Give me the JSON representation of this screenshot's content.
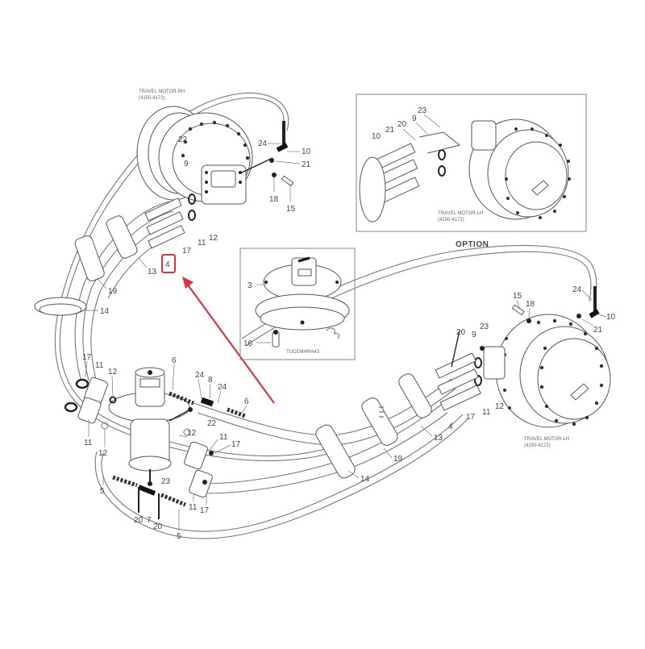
{
  "diagram": {
    "title": "Travel hose / swivel joint parts layout",
    "accent_color": "#d9363e",
    "highlight": {
      "label": "4",
      "note": "highlighted part callout"
    },
    "captions": {
      "travel_motor_rh": "TRAVEL MOTOR-RH",
      "travel_motor_rh_code": "(4150-4172)",
      "travel_motor_lh_option": "TRAVEL MOTOR-LH",
      "travel_motor_lh_option_code": "(4150-4172)",
      "travel_motor_lh": "TRAVEL MOTOR-LH",
      "travel_motor_lh_code": "(4150-4172)",
      "option": "OPTION",
      "swivel_inset": "TUCEMHRH43"
    },
    "callouts": {
      "rh_motor": [
        "24",
        "10",
        "21",
        "18",
        "15",
        "22",
        "9",
        "12",
        "11",
        "17",
        "13",
        "4"
      ],
      "rh_harness": [
        "19",
        "14"
      ],
      "option_inset": [
        "23",
        "20",
        "9",
        "21",
        "10"
      ],
      "swivel_inset": [
        "3",
        "16"
      ],
      "lh_motor": [
        "15",
        "18",
        "24",
        "10",
        "21",
        "20",
        "23",
        "9",
        "12",
        "11",
        "17",
        "4",
        "13",
        "19",
        "14"
      ],
      "center_swivel": [
        "17",
        "11",
        "12",
        "11",
        "12",
        "6",
        "24",
        "8",
        "24",
        "6",
        "22",
        "12",
        "11",
        "17",
        "11",
        "17",
        "5",
        "23",
        "20",
        "7",
        "20",
        "5"
      ]
    }
  }
}
